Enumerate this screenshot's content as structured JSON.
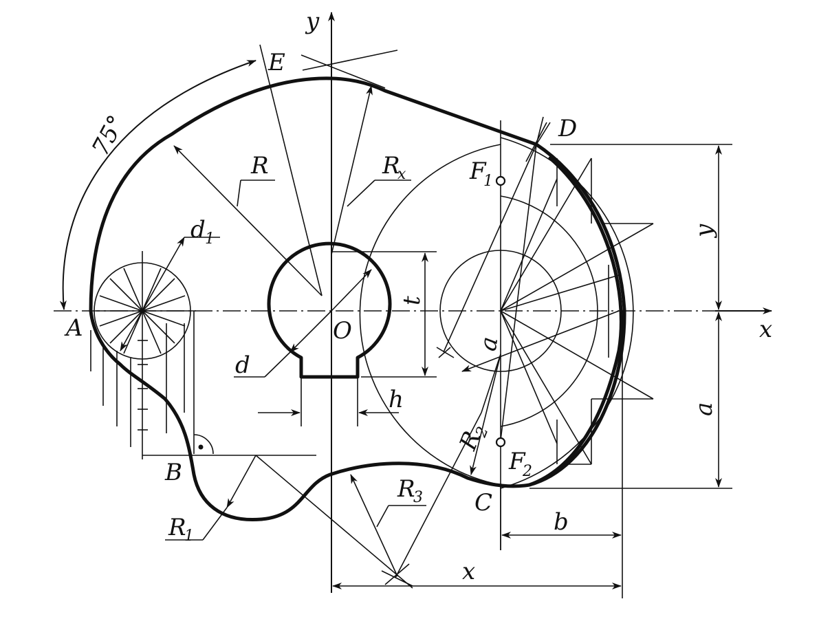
{
  "labels": {
    "axis_y": "y",
    "axis_x": "x",
    "angle": "75°",
    "point_E": "E",
    "point_D": "D",
    "point_A": "A",
    "point_B": "B",
    "point_C": "C",
    "point_O": "O",
    "R": "R",
    "R_x": "R",
    "R_x_sub": "x",
    "R_1": "R",
    "R_1_sub": "1",
    "R_2": "R",
    "R_2_sub": "2",
    "R_3": "R",
    "R_3_sub": "3",
    "d_1": "d",
    "d_1_sub": "1",
    "d": "d",
    "t": "t",
    "h": "h",
    "a_inner": "a",
    "a_right": "a",
    "b": "b",
    "x_dim": "x",
    "y_dim": "y",
    "F_1": "F",
    "F_1_sub": "1",
    "F_2": "F",
    "F_2_sub": "2"
  }
}
